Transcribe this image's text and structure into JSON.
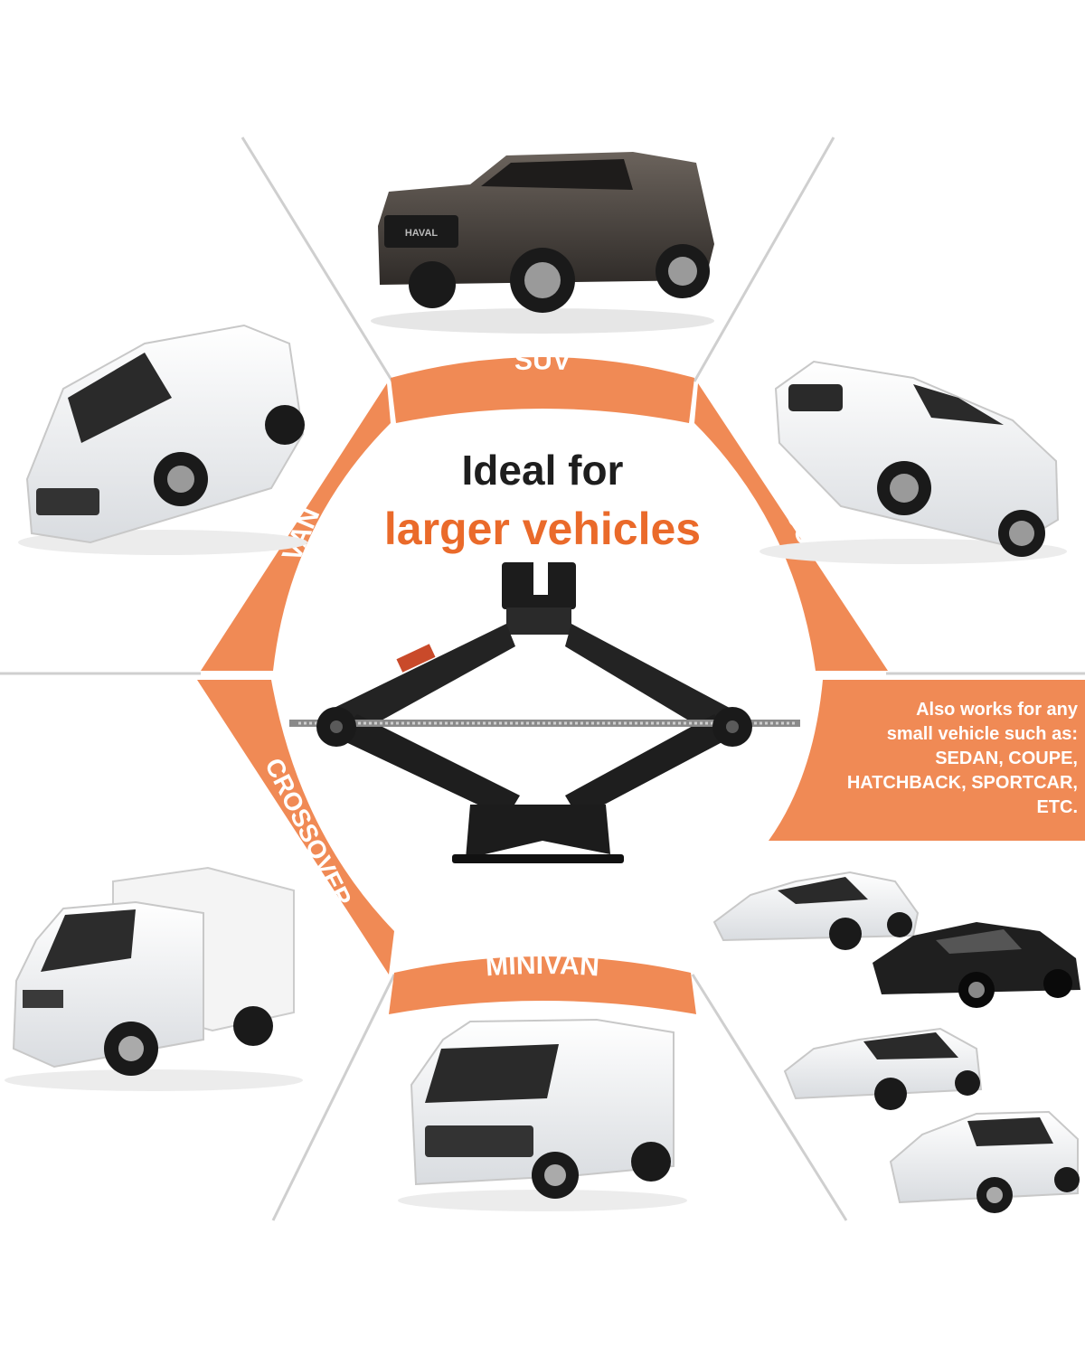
{
  "center": {
    "line1": "Ideal for",
    "line2": "larger vehicles"
  },
  "ring_labels": {
    "suv": "SUV",
    "cuv": "CUV",
    "van": "VAN",
    "crossover": "CROSSOVER",
    "minivan": "MINIVAN"
  },
  "note": {
    "lines": [
      "Also works for any",
      "small vehicle such as:",
      "SEDAN, COUPE,",
      "HATCHBACK, SPORTCAR,",
      "ETC."
    ]
  },
  "logo_text": {
    "suv_grille": "HAVAL"
  },
  "icons": {
    "product": "scissor-jack-icon",
    "suv": "suv-icon",
    "cuv": "cuv-icon",
    "van": "van-icon",
    "truck": "box-truck-icon",
    "minivan": "cargo-van-icon",
    "small_cars": [
      "sportcar-icon",
      "coupe-icon",
      "sedan-icon",
      "hatchback-icon"
    ]
  },
  "colors": {
    "accent": "#f08a55",
    "accent_text": "#ea6a2a",
    "title": "#1e1e1e",
    "divider": "#cccccc"
  }
}
